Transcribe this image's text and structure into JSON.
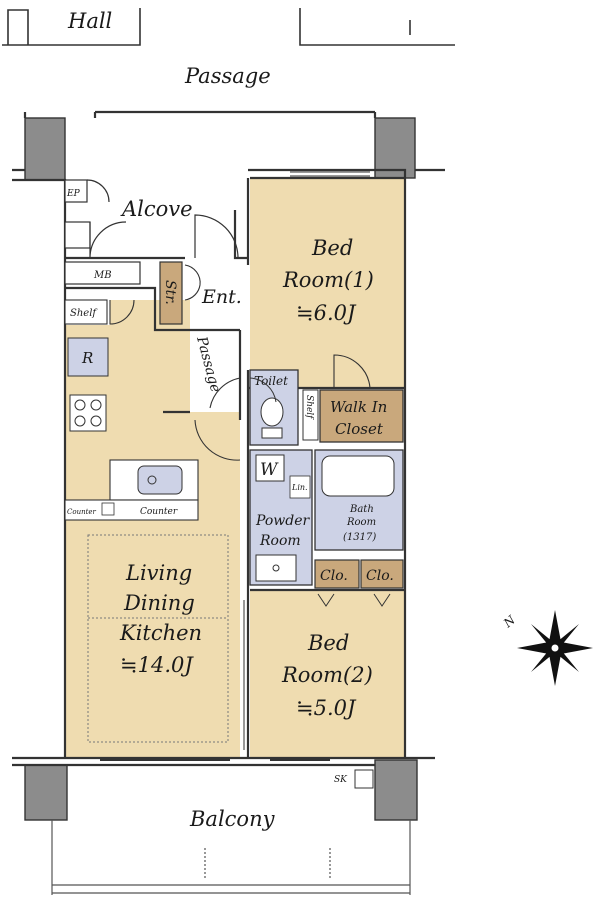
{
  "labels": {
    "hall": "Hall",
    "passage_top": "Passage",
    "alcove": "Alcove",
    "ep": "EP",
    "mb": "MB",
    "str": "Str.",
    "ent": "Ent.",
    "shelf_left": "Shelf",
    "refrigerator": "R",
    "passage_inner": "Passage",
    "toilet": "Toilet",
    "shelf_right": "Shelf",
    "walk_in_closet_1": "Walk In",
    "walk_in_closet_2": "Closet",
    "bed1_line1": "Bed",
    "bed1_line2": "Room(1)",
    "bed1_size": "≒6.0J",
    "washer": "W",
    "lin": "Lin.",
    "bath_line1": "Bath",
    "bath_line2": "Room",
    "bath_size": "(1317)",
    "powder_line1": "Powder",
    "powder_line2": "Room",
    "counter_left": "Counter",
    "counter": "Counter",
    "ldk_line1": "Living",
    "ldk_line2": "Dining",
    "ldk_line3": "Kitchen",
    "ldk_size": "≒14.0J",
    "clo1": "Clo.",
    "clo2": "Clo.",
    "bed2_line1": "Bed",
    "bed2_line2": "Room(2)",
    "bed2_size": "≒5.0J",
    "sk": "SK",
    "balcony": "Balcony",
    "north": "N"
  },
  "colors": {
    "floor": "#efdcb0",
    "closet": "#c9a87c",
    "wet": "#cdd2e6",
    "pillar": "#8c8c8c",
    "wall": "#333333"
  }
}
